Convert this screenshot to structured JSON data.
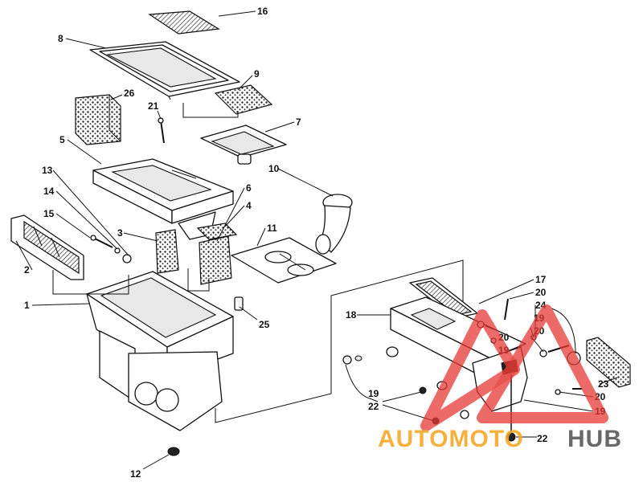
{
  "callouts": [
    {
      "id": "16",
      "text": "16"
    },
    {
      "id": "8",
      "text": "8"
    },
    {
      "id": "9",
      "text": "9"
    },
    {
      "id": "26",
      "text": "26"
    },
    {
      "id": "21",
      "text": "21"
    },
    {
      "id": "7",
      "text": "7"
    },
    {
      "id": "5",
      "text": "5"
    },
    {
      "id": "10",
      "text": "10"
    },
    {
      "id": "13",
      "text": "13"
    },
    {
      "id": "6",
      "text": "6"
    },
    {
      "id": "14",
      "text": "14"
    },
    {
      "id": "4",
      "text": "4"
    },
    {
      "id": "15",
      "text": "15"
    },
    {
      "id": "11",
      "text": "11"
    },
    {
      "id": "3",
      "text": "3"
    },
    {
      "id": "2",
      "text": "2"
    },
    {
      "id": "1",
      "text": "1"
    },
    {
      "id": "25",
      "text": "25"
    },
    {
      "id": "12",
      "text": "12"
    },
    {
      "id": "17",
      "text": "17"
    },
    {
      "id": "20a",
      "text": "20"
    },
    {
      "id": "24",
      "text": "24"
    },
    {
      "id": "18",
      "text": "18"
    },
    {
      "id": "19a",
      "text": "19"
    },
    {
      "id": "20b",
      "text": "20"
    },
    {
      "id": "20c",
      "text": "20"
    },
    {
      "id": "19b",
      "text": "19"
    },
    {
      "id": "23",
      "text": "23"
    },
    {
      "id": "20d",
      "text": "20"
    },
    {
      "id": "19c",
      "text": "19"
    },
    {
      "id": "22a",
      "text": "22"
    },
    {
      "id": "19d",
      "text": "19"
    },
    {
      "id": "22b",
      "text": "22"
    }
  ],
  "watermark": {
    "brand_left": "AUTOMOTO",
    "brand_right": "HUB",
    "logo_color": "#e53935",
    "hub_color": "#555555"
  }
}
